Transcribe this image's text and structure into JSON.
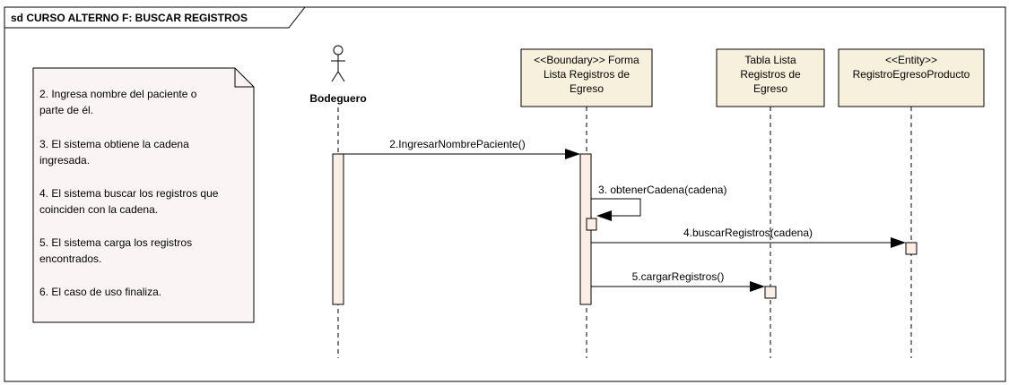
{
  "frame": {
    "title": "sd CURSO ALTERNO F: BUSCAR REGISTROS"
  },
  "note": {
    "lines": [
      [
        "2. Ingresa nombre del paciente o",
        "parte de él."
      ],
      [
        "3. El sistema obtiene la cadena",
        "ingresada."
      ],
      [
        "4. El sistema buscar los registros que",
        "coinciden con la cadena."
      ],
      [
        "5. El sistema carga los registros",
        "encontrados."
      ],
      [
        "6. El caso de uso finaliza."
      ]
    ]
  },
  "lifelines": {
    "actor": {
      "name": "Bodeguero"
    },
    "boundary": {
      "lines": [
        "<<Boundary>> Forma",
        "Lista Registros de",
        "Egreso"
      ]
    },
    "table": {
      "lines": [
        "Tabla Lista",
        "Registros de",
        "Egreso"
      ]
    },
    "entity": {
      "lines": [
        "<<Entity>>",
        "RegistroEgresoProducto"
      ]
    }
  },
  "messages": {
    "m2": "2.IngresarNombrePaciente()",
    "m3": "3. obtenerCadena(cadena)",
    "m4": "4.buscarRegistros(cadena)",
    "m5": "5.cargarRegistros()"
  },
  "colors": {
    "box_fill": "#f7f0dc",
    "activation_fill": "#fbeee6",
    "note_fill": "#fbf4f4",
    "line": "#000000"
  }
}
